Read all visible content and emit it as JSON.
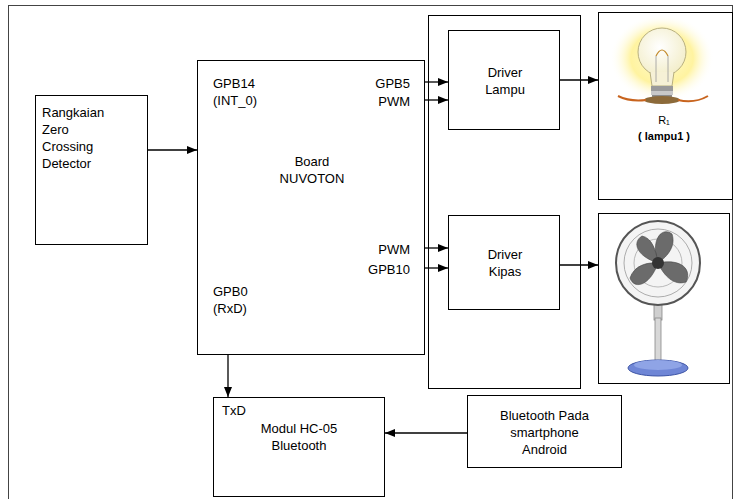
{
  "diagram": {
    "nodes": [
      {
        "text": [
          "Rangkaian Zero Crossing Detector"
        ]
      },
      {
        "text": [
          "GPB14 (INT_0)",
          "GPB5",
          "PWM",
          "Board NUVOTON",
          "PWM",
          "GPB10",
          "GPB0 (RxD)"
        ]
      },
      {
        "text": [
          "Driver Lampu"
        ]
      },
      {
        "text": [
          "Driver Kipas"
        ]
      },
      {
        "text": [
          "R₁",
          "( lampu1 )"
        ]
      },
      {
        "text": [
          "TxD",
          "Modul HC-05 Bluetooth"
        ]
      },
      {
        "text": [
          "Bluetooth Pada smartphone Android"
        ]
      }
    ],
    "edges": [
      {
        "from": 0,
        "to": 1,
        "arrow": "to"
      },
      {
        "from": 1,
        "to": 2,
        "arrow": "to"
      },
      {
        "from": 1,
        "to": 2,
        "arrow": "to"
      },
      {
        "from": 1,
        "to": 3,
        "arrow": "to"
      },
      {
        "from": 1,
        "to": 3,
        "arrow": "to"
      },
      {
        "from": 2,
        "to": 4,
        "arrow": "to"
      },
      {
        "from": 1,
        "to": 5,
        "arrow": "to"
      },
      {
        "from": 6,
        "to": 5,
        "arrow": "to"
      }
    ]
  }
}
